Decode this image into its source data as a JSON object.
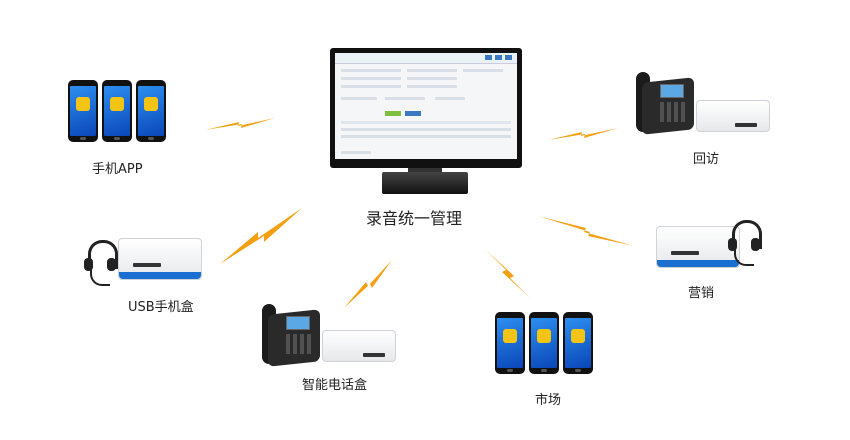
{
  "center": {
    "label": "录音统一管理"
  },
  "nodes": {
    "mobile_app": {
      "label": "手机APP"
    },
    "callback": {
      "label": "回访"
    },
    "usb_box": {
      "label": "USB手机盒"
    },
    "marketing": {
      "label": "营销"
    },
    "smart_phone_box": {
      "label": "智能电话盒"
    },
    "market": {
      "label": "市场"
    }
  },
  "colors": {
    "connector": "#f3a012",
    "phone_screen": "#1f6fe0",
    "box_accent": "#1a6fd0"
  }
}
